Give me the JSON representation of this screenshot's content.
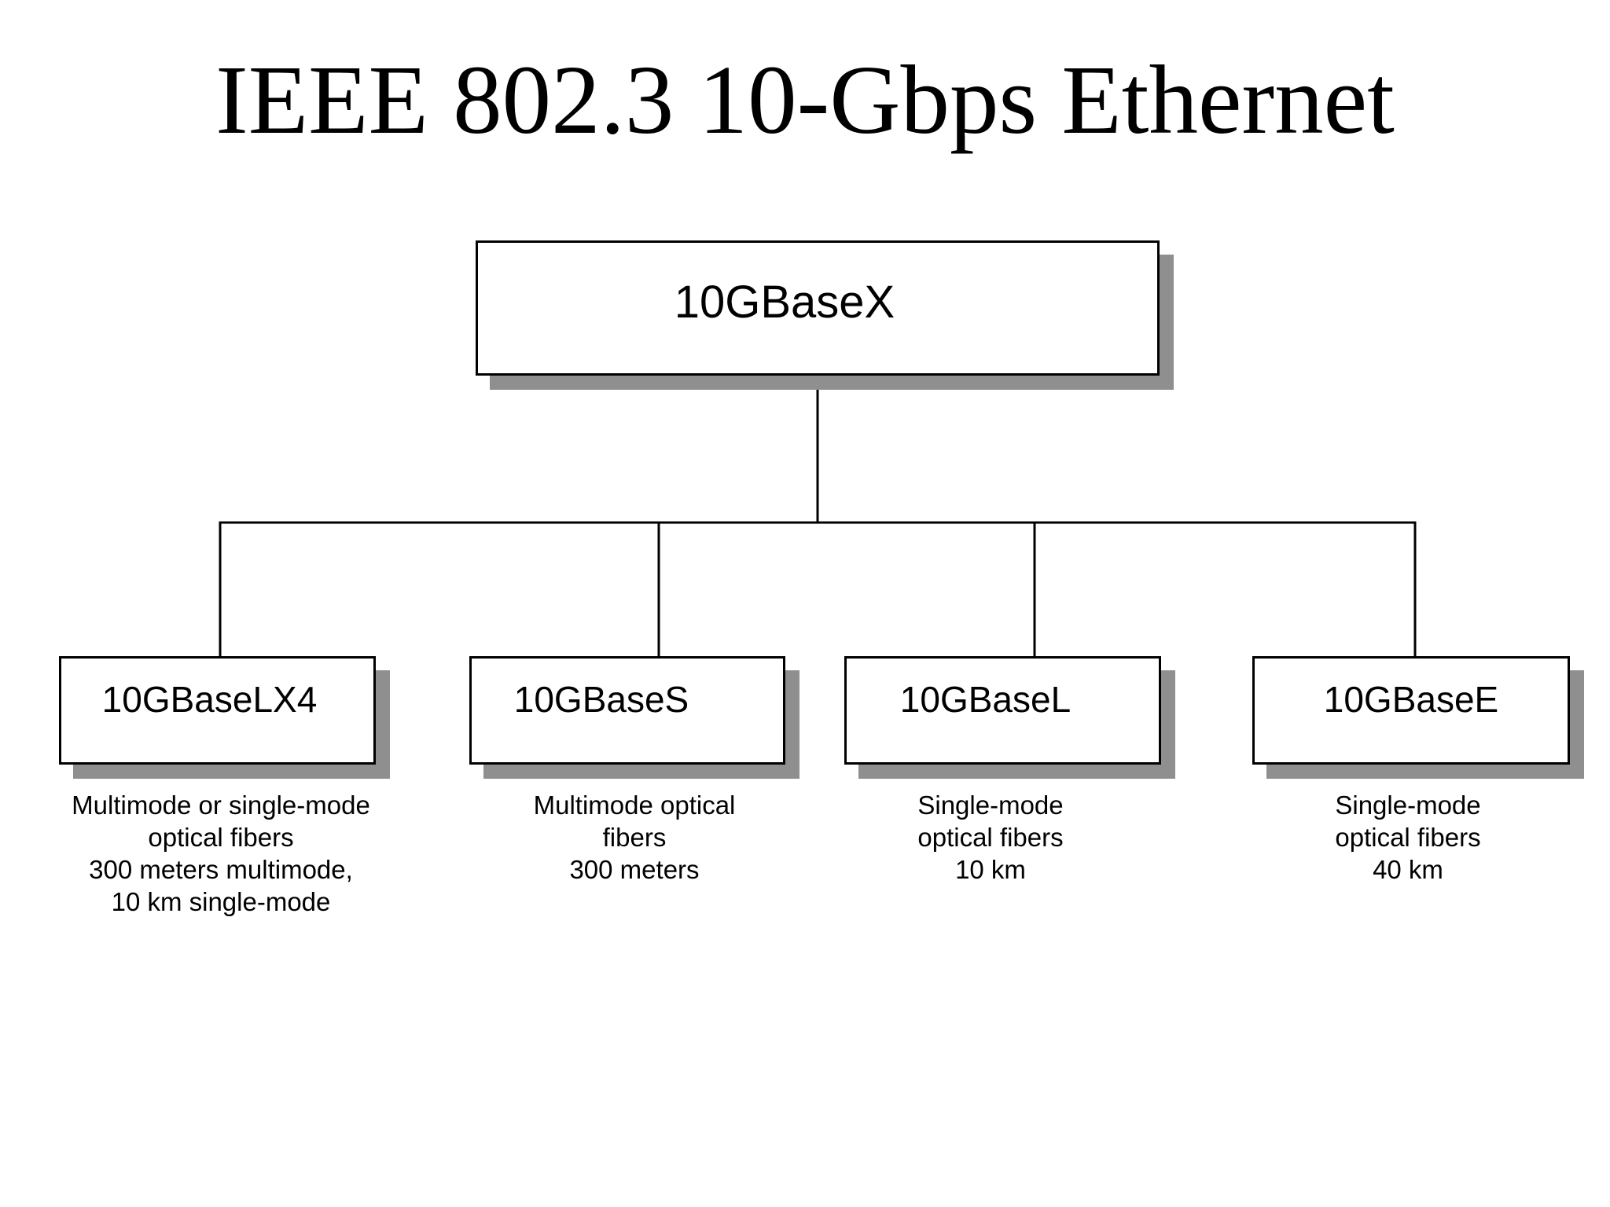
{
  "title": "IEEE 802.3 10-Gbps Ethernet",
  "root": {
    "label": "10GBaseX"
  },
  "children": [
    {
      "label": "10GBaseLX4",
      "description_lines": [
        "Multimode or single-mode",
        "optical fibers",
        "300 meters multimode,",
        "10 km single-mode"
      ]
    },
    {
      "label": "10GBaseS",
      "description_lines": [
        "Multimode optical",
        "fibers",
        "300 meters"
      ]
    },
    {
      "label": "10GBaseL",
      "description_lines": [
        "Single-mode",
        "optical fibers",
        "10 km"
      ]
    },
    {
      "label": "10GBaseE",
      "description_lines": [
        "Single-mode",
        "optical fibers",
        "40 km"
      ]
    }
  ],
  "colors": {
    "background": "#ffffff",
    "box_fill": "#ffffff",
    "box_border": "#000000",
    "connector_line": "#000000",
    "shadow": "#8f8f8f",
    "text": "#000000"
  }
}
